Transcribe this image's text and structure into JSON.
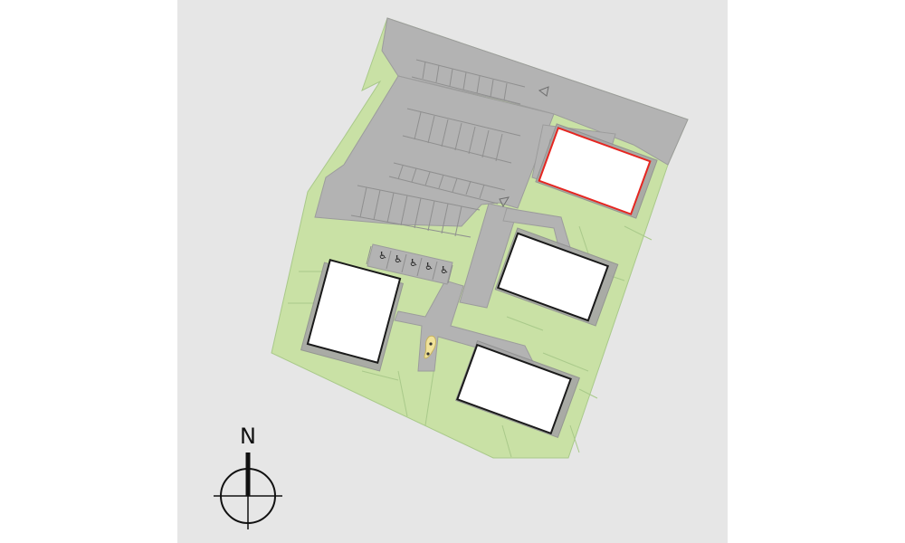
{
  "compass": {
    "north_label": "N"
  },
  "accessible_symbol": "♿",
  "colors": {
    "background": "#e6e6e6",
    "lawn": "#c9e1a5",
    "lawn_line": "#a9c98a",
    "pavement": "#b3b3b3",
    "pavement_line": "#9c9c9c",
    "building_fill": "#ffffff",
    "building_stroke": "#1a1a1a",
    "highlight": "#e52621",
    "playground": "#f1e39a"
  },
  "site": {
    "buildings": [
      {
        "id": "building-north-east",
        "highlighted": true
      },
      {
        "id": "building-east",
        "highlighted": false
      },
      {
        "id": "building-west",
        "highlighted": false
      },
      {
        "id": "building-south",
        "highlighted": false
      }
    ],
    "accessible_parking_count": 5
  }
}
